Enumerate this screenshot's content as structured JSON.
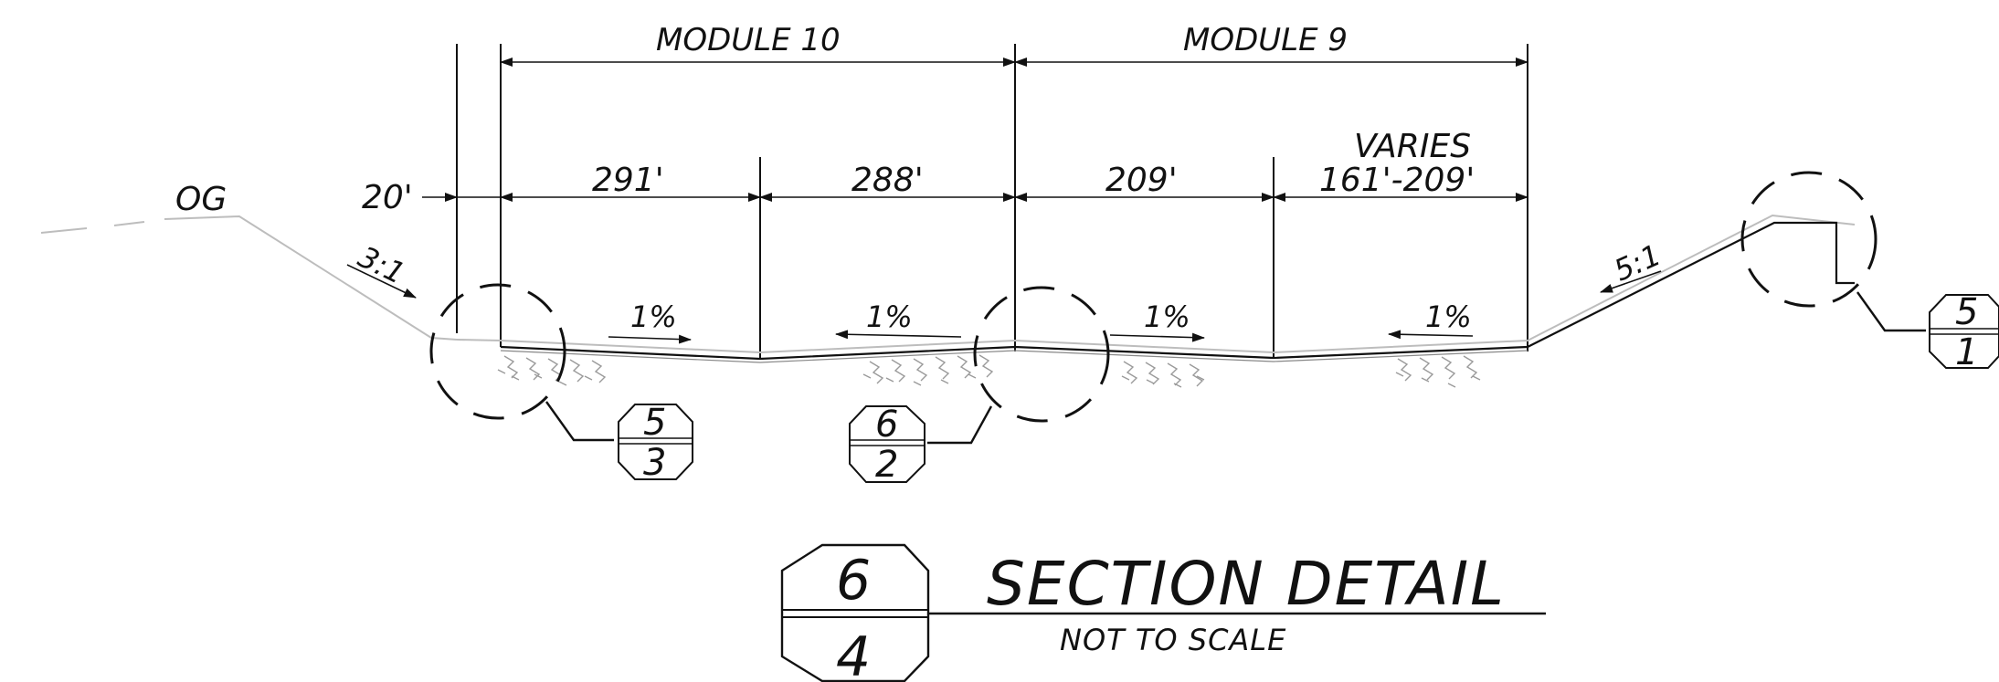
{
  "labels": {
    "module_left": "MODULE 10",
    "module_right": "MODULE 9",
    "varies": "VARIES",
    "varies_range": "161'-209'",
    "dim_20": "20'",
    "dim_291": "291'",
    "dim_288": "288'",
    "dim_209": "209'",
    "og": "OG",
    "slope_left": "3:1",
    "slope_right": "5:1",
    "grade_1": "1%",
    "grade_2": "1%",
    "grade_3": "1%",
    "grade_4": "1%"
  },
  "callouts": {
    "c53_top": "5",
    "c53_bottom": "3",
    "c62_top": "6",
    "c62_bottom": "2",
    "c51_top": "5",
    "c51_bottom": "1"
  },
  "title_block": {
    "number_top": "6",
    "number_bottom": "4",
    "title": "SECTION DETAIL",
    "subtitle": "NOT TO SCALE"
  }
}
